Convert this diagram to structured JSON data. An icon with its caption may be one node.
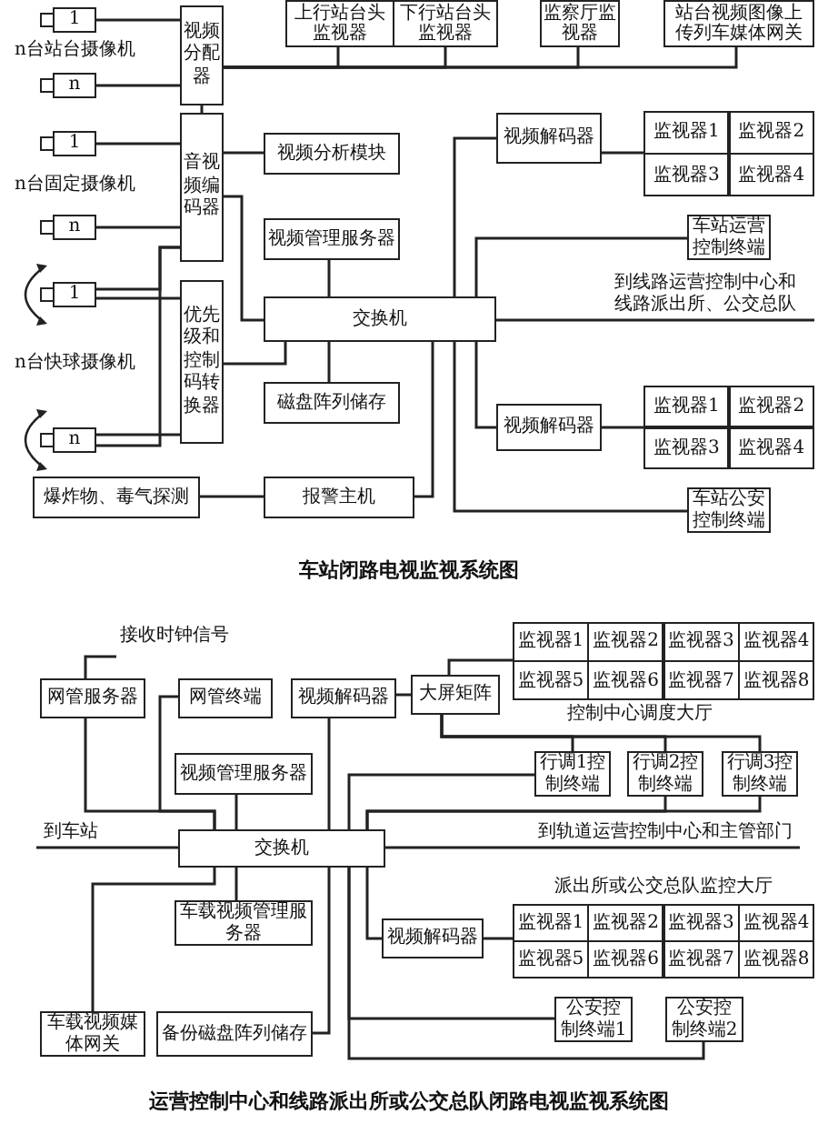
{
  "diagram": {
    "title": "车站闭路电视监视系统图",
    "caption": "运营控制中心和线路派出所或公交总队闭路电视监视系统图",
    "nodes": [
      {
        "text": [
          "1"
        ]
      },
      {
        "text": [
          "n"
        ]
      },
      {
        "text": [
          "1"
        ]
      },
      {
        "text": [
          "n"
        ]
      },
      {
        "text": [
          "1"
        ]
      },
      {
        "text": [
          "n"
        ]
      },
      {
        "text": [
          "视频分配器"
        ]
      },
      {
        "text": [
          "音视频编码器"
        ]
      },
      {
        "text": [
          "优先级和控制码转换器"
        ]
      },
      {
        "text": [
          "上行站台头监视器"
        ]
      },
      {
        "text": [
          "下行站台头监视器"
        ]
      },
      {
        "text": [
          "监察厅监视器"
        ]
      },
      {
        "text": [
          "站台视频图像上传列车媒体网关"
        ]
      },
      {
        "text": [
          "视频分析模块"
        ]
      },
      {
        "text": [
          "视频管理服务器"
        ]
      },
      {
        "text": [
          "交换机"
        ]
      },
      {
        "text": [
          "磁盘阵列储存"
        ]
      },
      {
        "text": [
          "视频解码器"
        ]
      },
      {
        "text": [],
        "shape": "box"
      },
      {
        "text": [
          "监视器1"
        ],
        "in": 18
      },
      {
        "text": [
          "监视器2"
        ],
        "in": 18
      },
      {
        "text": [
          "监视器3"
        ],
        "in": 18
      },
      {
        "text": [
          "监视器4"
        ],
        "in": 18
      },
      {
        "text": [
          "车站运营控制终端"
        ]
      },
      {
        "text": [
          "视频解码器"
        ]
      },
      {
        "text": [],
        "shape": "box"
      },
      {
        "text": [
          "监视器1"
        ],
        "in": 25
      },
      {
        "text": [
          "监视器2"
        ],
        "in": 25
      },
      {
        "text": [
          "监视器3"
        ],
        "in": 25
      },
      {
        "text": [
          "监视器4"
        ],
        "in": 25
      },
      {
        "text": [
          "车站公安控制终端"
        ]
      },
      {
        "text": [
          "爆炸物、毒气探测"
        ]
      },
      {
        "text": [
          "报警主机"
        ]
      },
      {
        "text": [
          "接收时钟信号"
        ]
      },
      {
        "text": [
          "网管服务器"
        ]
      },
      {
        "text": [
          "网管终端"
        ]
      },
      {
        "text": [
          "视频解码器"
        ]
      },
      {
        "text": [
          "大屏矩阵"
        ]
      },
      {
        "text": [],
        "shape": "box"
      },
      {
        "text": [
          "监视器1"
        ],
        "in": 38
      },
      {
        "text": [
          "监视器2"
        ],
        "in": 38
      },
      {
        "text": [
          "监视器3"
        ],
        "in": 38
      },
      {
        "text": [
          "监视器4"
        ],
        "in": 38
      },
      {
        "text": [
          "监视器5"
        ],
        "in": 38
      },
      {
        "text": [
          "监视器6"
        ],
        "in": 38
      },
      {
        "text": [
          "监视器7"
        ],
        "in": 38
      },
      {
        "text": [
          "监视器8"
        ],
        "in": 38
      },
      {
        "text": [
          "视频管理服务器"
        ]
      },
      {
        "text": [
          "行调1控制终端"
        ]
      },
      {
        "text": [
          "行调2控制终端"
        ]
      },
      {
        "text": [
          "行调3控制终端"
        ]
      },
      {
        "text": [
          "交换机"
        ]
      },
      {
        "text": [
          "视频解码器"
        ]
      },
      {
        "text": [],
        "shape": "box"
      },
      {
        "text": [
          "监视器1"
        ],
        "in": 53
      },
      {
        "text": [
          "监视器2"
        ],
        "in": 53
      },
      {
        "text": [
          "监视器3"
        ],
        "in": 53
      },
      {
        "text": [
          "监视器4"
        ],
        "in": 53
      },
      {
        "text": [
          "监视器5"
        ],
        "in": 53
      },
      {
        "text": [
          "监视器6"
        ],
        "in": 53
      },
      {
        "text": [
          "监视器7"
        ],
        "in": 53
      },
      {
        "text": [
          "监视器8"
        ],
        "in": 53
      },
      {
        "text": [
          "车载视频管理服务器"
        ]
      },
      {
        "text": [
          "公安控制终端1"
        ]
      },
      {
        "text": [
          "公安控制终端2"
        ]
      },
      {
        "text": [
          "车载视频媒体网关"
        ]
      },
      {
        "text": [
          "备份磁盘阵列储存"
        ]
      }
    ],
    "edges": [
      {
        "from": 0,
        "to": 6,
        "arrow": "none"
      },
      {
        "from": 1,
        "to": 6,
        "arrow": "none"
      },
      {
        "from": 6,
        "to": 9,
        "arrow": "none"
      },
      {
        "from": 6,
        "to": 10,
        "arrow": "none"
      },
      {
        "from": 6,
        "to": 11,
        "arrow": "none"
      },
      {
        "from": 6,
        "to": 12,
        "arrow": "none"
      },
      {
        "from": 6,
        "to": 7,
        "arrow": "none"
      },
      {
        "from": 2,
        "to": 7,
        "arrow": "none"
      },
      {
        "from": 3,
        "to": 7,
        "arrow": "none"
      },
      {
        "from": 4,
        "to": 7,
        "arrow": "none"
      },
      {
        "from": 4,
        "to": 8,
        "arrow": "none"
      },
      {
        "from": 5,
        "to": 7,
        "arrow": "none"
      },
      {
        "from": 5,
        "to": 8,
        "arrow": "none"
      },
      {
        "from": 7,
        "to": 13,
        "arrow": "none"
      },
      {
        "from": 7,
        "to": 15,
        "arrow": "none"
      },
      {
        "from": 8,
        "to": 15,
        "arrow": "none"
      },
      {
        "from": 14,
        "to": 15,
        "arrow": "none"
      },
      {
        "from": 15,
        "to": 16,
        "arrow": "none"
      },
      {
        "from": 31,
        "to": 32,
        "arrow": "none"
      },
      {
        "from": 32,
        "to": 15,
        "arrow": "none"
      },
      {
        "from": 15,
        "to": 17,
        "arrow": "none"
      },
      {
        "from": 17,
        "to": 18,
        "arrow": "none"
      },
      {
        "from": 15,
        "to": 23,
        "arrow": "none"
      },
      {
        "from": 15,
        "to": null,
        "arrow": "none",
        "label": "到线路运营控制中心和线路派出所、公交总队"
      },
      {
        "from": 15,
        "to": 24,
        "arrow": "none"
      },
      {
        "from": 24,
        "to": 25,
        "arrow": "none"
      },
      {
        "from": 15,
        "to": 30,
        "arrow": "none"
      },
      {
        "from": 34,
        "to": 33,
        "arrow": "none"
      },
      {
        "from": 35,
        "to": 51,
        "arrow": "none"
      },
      {
        "from": 34,
        "to": 51,
        "arrow": "none"
      },
      {
        "from": 47,
        "to": 51,
        "arrow": "none"
      },
      {
        "from": 36,
        "to": 51,
        "arrow": "none"
      },
      {
        "from": 36,
        "to": 37,
        "arrow": "none"
      },
      {
        "from": 37,
        "to": 38,
        "arrow": "none"
      },
      {
        "from": 37,
        "to": 48,
        "arrow": "none"
      },
      {
        "from": 37,
        "to": 49,
        "arrow": "none"
      },
      {
        "from": 37,
        "to": 50,
        "arrow": "none"
      },
      {
        "from": 51,
        "to": 48,
        "arrow": "none"
      },
      {
        "from": 51,
        "to": 49,
        "arrow": "none"
      },
      {
        "from": 51,
        "to": 50,
        "arrow": "none"
      },
      {
        "from": 51,
        "to": null,
        "arrow": "none",
        "label": "到轨道运营控制中心和主管部门"
      },
      {
        "from": 51,
        "to": 52,
        "arrow": "none"
      },
      {
        "from": 52,
        "to": 53,
        "arrow": "none"
      },
      {
        "from": 51,
        "to": 63,
        "arrow": "none"
      },
      {
        "from": 51,
        "to": 64,
        "arrow": "none"
      },
      {
        "from": 51,
        "to": 66,
        "arrow": "none"
      },
      {
        "from": 51,
        "to": 62,
        "arrow": "none"
      },
      {
        "from": 51,
        "to": 65,
        "arrow": "none"
      },
      {
        "from": 51,
        "to": null,
        "arrow": "none",
        "label": "到车站"
      }
    ],
    "labels": [
      "n台站台摄像机",
      "n台固定摄像机",
      "n台快球摄像机",
      "控制中心调度大厅",
      "派出所或公交总队监控大厅"
    ]
  }
}
